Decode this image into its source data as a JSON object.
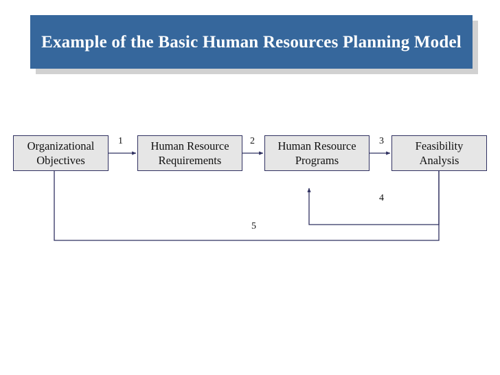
{
  "slide": {
    "title": "Example of the Basic Human Resources Planning Model",
    "background_color": "#ffffff"
  },
  "title_banner": {
    "text": "Example of the Basic Human Resources Planning Model",
    "fill_color": "#36679c",
    "text_color": "#ffffff",
    "shadow_color": "#c9c9c9"
  },
  "diagram": {
    "type": "flow-diagram",
    "node_fill_color": "#e6e6e6",
    "node_border_color": "#2f3060",
    "connector_color": "#2f3060",
    "nodes": [
      {
        "id": "organizational-objectives",
        "label": "Organizational Objectives",
        "line1": "Organizational",
        "line2": "Objectives"
      },
      {
        "id": "human-resource-requirements",
        "label": "Human Resource Requirements",
        "line1": "Human Resource",
        "line2": "Requirements"
      },
      {
        "id": "human-resource-programs",
        "label": "Human Resource Programs",
        "line1": "Human Resource",
        "line2": "Programs"
      },
      {
        "id": "feasibility-analysis",
        "label": "Feasibility Analysis",
        "line1": "Feasibility",
        "line2": "Analysis"
      }
    ],
    "connectors": [
      {
        "id": "edge-1",
        "label": "1",
        "from": "organizational-objectives",
        "to": "human-resource-requirements",
        "arrow": true
      },
      {
        "id": "edge-2",
        "label": "2",
        "from": "human-resource-requirements",
        "to": "human-resource-programs",
        "arrow": true
      },
      {
        "id": "edge-3",
        "label": "3",
        "from": "human-resource-programs",
        "to": "feasibility-analysis",
        "arrow": true
      },
      {
        "id": "edge-4",
        "label": "4",
        "from": "feasibility-analysis",
        "to": "human-resource-programs",
        "arrow": true
      },
      {
        "id": "edge-5",
        "label": "5",
        "from": "feasibility-analysis",
        "to": "organizational-objectives",
        "arrow": false
      }
    ]
  }
}
